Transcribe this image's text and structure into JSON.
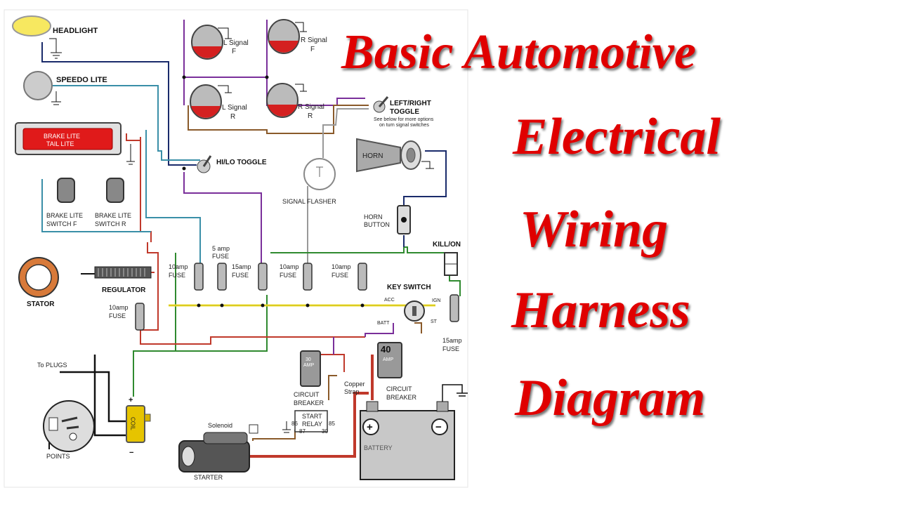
{
  "title_lines": [
    "Basic Automotive",
    "Electrical",
    "Wiring",
    "Harness",
    "Diagram"
  ],
  "diagram": {
    "labels": {
      "headlight": "HEADLIGHT",
      "speedo_lite": "SPEEDO LITE",
      "brake_lite": "BRAKE LITE",
      "tail_lite": "TAIL LITE",
      "l_signal_f": [
        "L Signal",
        "F"
      ],
      "r_signal_f": [
        "R Signal",
        "F"
      ],
      "l_signal_r": [
        "L Signal",
        "R"
      ],
      "r_signal_r": [
        "R Signal",
        "R"
      ],
      "left_right_toggle": [
        "LEFT/RIGHT",
        "TOGGLE"
      ],
      "toggle_note": [
        "See below for more options",
        "on turn signal switches"
      ],
      "hilo_toggle": "HI/LO TOGGLE",
      "horn": "HORN",
      "signal_flasher": "SIGNAL FLASHER",
      "horn_button": [
        "HORN",
        "BUTTON"
      ],
      "brake_switch_f": [
        "BRAKE LITE",
        "SWITCH  F"
      ],
      "brake_switch_r": [
        "BRAKE LITE",
        "SWITCH  R"
      ],
      "kill_on": "KILL/ON",
      "stator": "STATOR",
      "regulator": "REGULATOR",
      "fuse_10_a": [
        "10amp",
        "FUSE"
      ],
      "fuse_5": [
        "5 amp",
        "FUSE"
      ],
      "fuse_15_a": [
        "15amp",
        "FUSE"
      ],
      "fuse_10_b": [
        "10amp",
        "FUSE"
      ],
      "fuse_10_c": [
        "10amp",
        "FUSE"
      ],
      "fuse_10_d": [
        "10amp",
        "FUSE"
      ],
      "fuse_15_b": [
        "15amp",
        "FUSE"
      ],
      "key_switch": "KEY SWITCH",
      "acc": "ACC",
      "ign": "IGN",
      "batt": "BATT",
      "st": "ST",
      "to_plugs": "To PLUGS",
      "coil": "COIL",
      "points": "POINTS",
      "cb30_amp": [
        "30",
        "AMP"
      ],
      "cb40_num": "40",
      "cb40_amp": "AMP",
      "circuit_breaker_left": [
        "CIRCUIT",
        "BREAKER"
      ],
      "circuit_breaker_right": [
        "CIRCUIT",
        "BREAKER"
      ],
      "copper_strap": [
        "Copper",
        "Strap"
      ],
      "start_relay": [
        "START",
        "RELAY"
      ],
      "relay_pins": [
        "86",
        "85",
        "87",
        "30"
      ],
      "solenoid": "Solenoid",
      "starter": "STARTER",
      "battery": "BATTERY",
      "plus": "+",
      "minus": "−",
      "coil_plus": "+",
      "coil_minus": "−"
    }
  }
}
